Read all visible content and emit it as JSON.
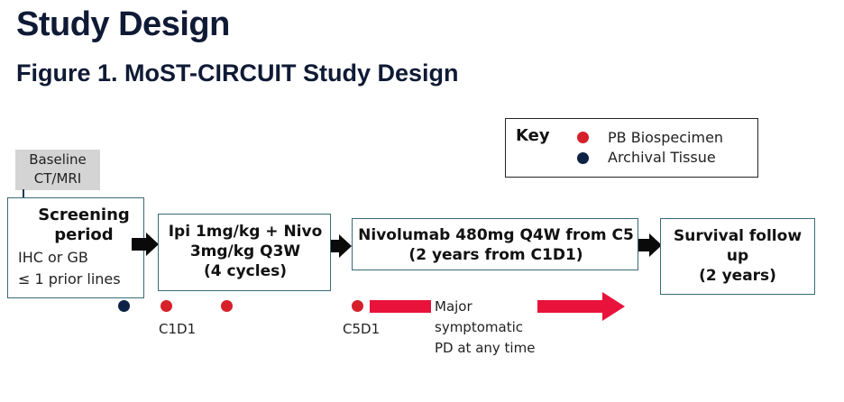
{
  "title": "Study Design",
  "subtitle": "Figure 1. MoST-CIRCUIT Study Design",
  "key": {
    "heading": "Key",
    "items": [
      {
        "label": "PB Biospecimen",
        "color": "#d6202a"
      },
      {
        "label": "Archival Tissue",
        "color": "#0d2244"
      }
    ]
  },
  "baseline": {
    "line1": "Baseline",
    "line2": "CT/MRI"
  },
  "screening": {
    "title1": "Screening",
    "title2": "period",
    "line3": "IHC or GB",
    "line4": "≤ 1 prior lines"
  },
  "ipi": {
    "line1": "Ipi 1mg/kg + Nivo",
    "line2": "3mg/kg Q3W",
    "line3": "(4 cycles)"
  },
  "nivolumab": {
    "line1": "Nivolumab 480mg Q4W from C5",
    "line2": "(2 years from C1D1)"
  },
  "survival": {
    "line1": "Survival follow",
    "line2": "up",
    "line3": "(2 years)"
  },
  "timepoints": {
    "c1d1": "C1D1",
    "c5d1": "C5D1"
  },
  "pd_note": {
    "line1": "Major",
    "line2": "symptomatic",
    "line3": "PD at any time"
  }
}
